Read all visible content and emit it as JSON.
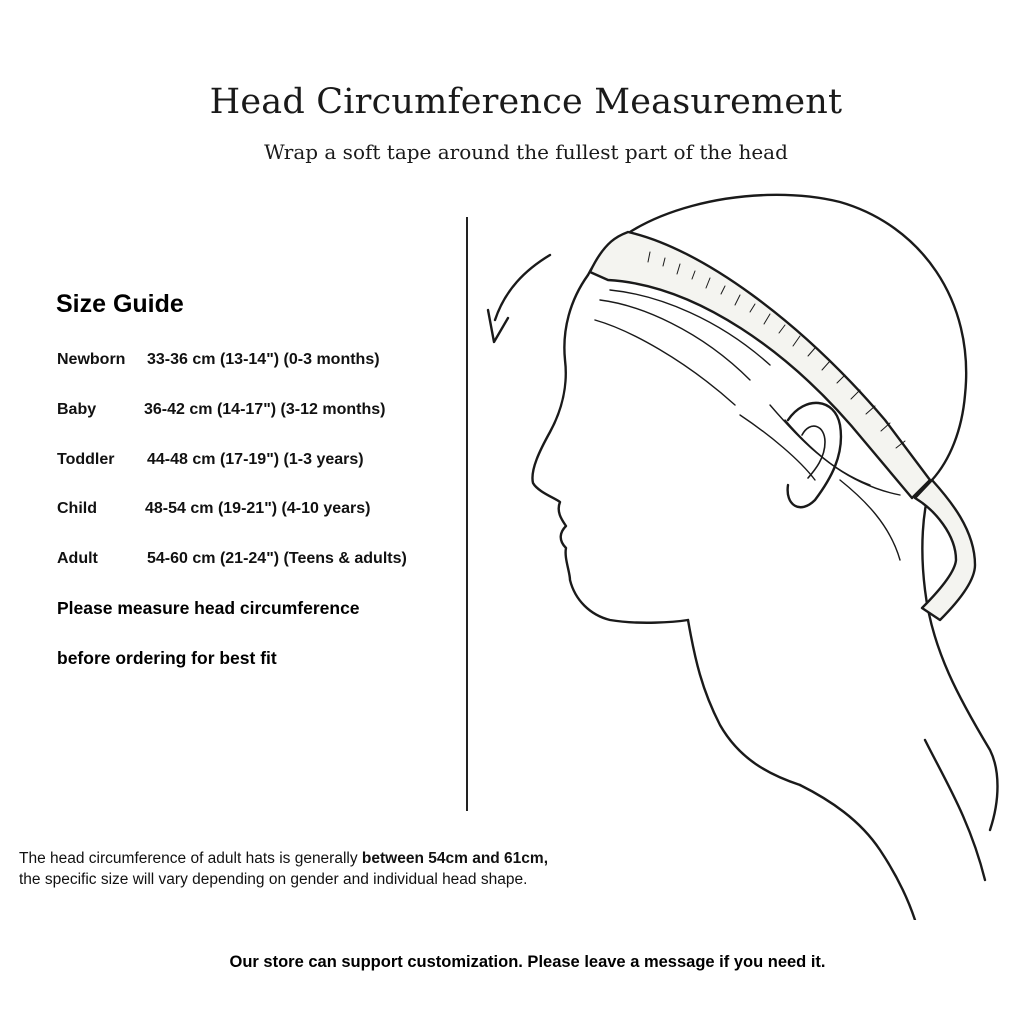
{
  "header": {
    "title": "Head Circumference Measurement",
    "subtitle": "Wrap a soft tape around the fullest part of the head"
  },
  "size_guide": {
    "title": "Size Guide",
    "rows": [
      {
        "name": "Newborn",
        "range": "33-36 cm (13-14\") (0-3 months)"
      },
      {
        "name": "Baby",
        "range": "36-42 cm (14-17\") (3-12 months)"
      },
      {
        "name": "Toddler",
        "range": "44-48 cm (17-19\") (1-3 years)"
      },
      {
        "name": "Child",
        "range": "48-54 cm (19-21\") (4-10 years)"
      },
      {
        "name": "Adult",
        "range": "54-60 cm (21-24\") (Teens & adults)"
      }
    ],
    "note_line1": "Please measure head circumference",
    "note_line2": "before ordering for best fit"
  },
  "info": {
    "text_before": "The head circumference of adult hats is generally ",
    "text_bold": "between 54cm and 61cm,",
    "text_line2": "the specific size will vary depending on gender and individual head shape."
  },
  "footer": {
    "text": "Our store can support customization. Please leave a message if you need it."
  },
  "illustration": {
    "icon": "head-profile-with-measuring-tape",
    "line_color": "#1a1a1a",
    "tape_color": "#f4f4f0"
  }
}
